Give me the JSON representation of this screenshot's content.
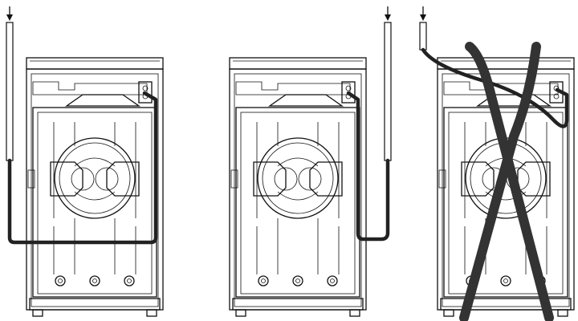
{
  "diagram": {
    "panels": [
      {
        "id": "left",
        "variant": "correct",
        "hose_route": "high-loop-left"
      },
      {
        "id": "middle",
        "variant": "correct",
        "hose_route": "low-loop-right"
      },
      {
        "id": "right",
        "variant": "incorrect",
        "hose_route": "wrapped-over-top"
      }
    ],
    "colors": {
      "line": "#111111",
      "hose": "#222222",
      "cross": "#333333",
      "background": "#ffffff"
    },
    "icons": [
      "down-arrow-icon",
      "cross-mark-icon"
    ]
  }
}
